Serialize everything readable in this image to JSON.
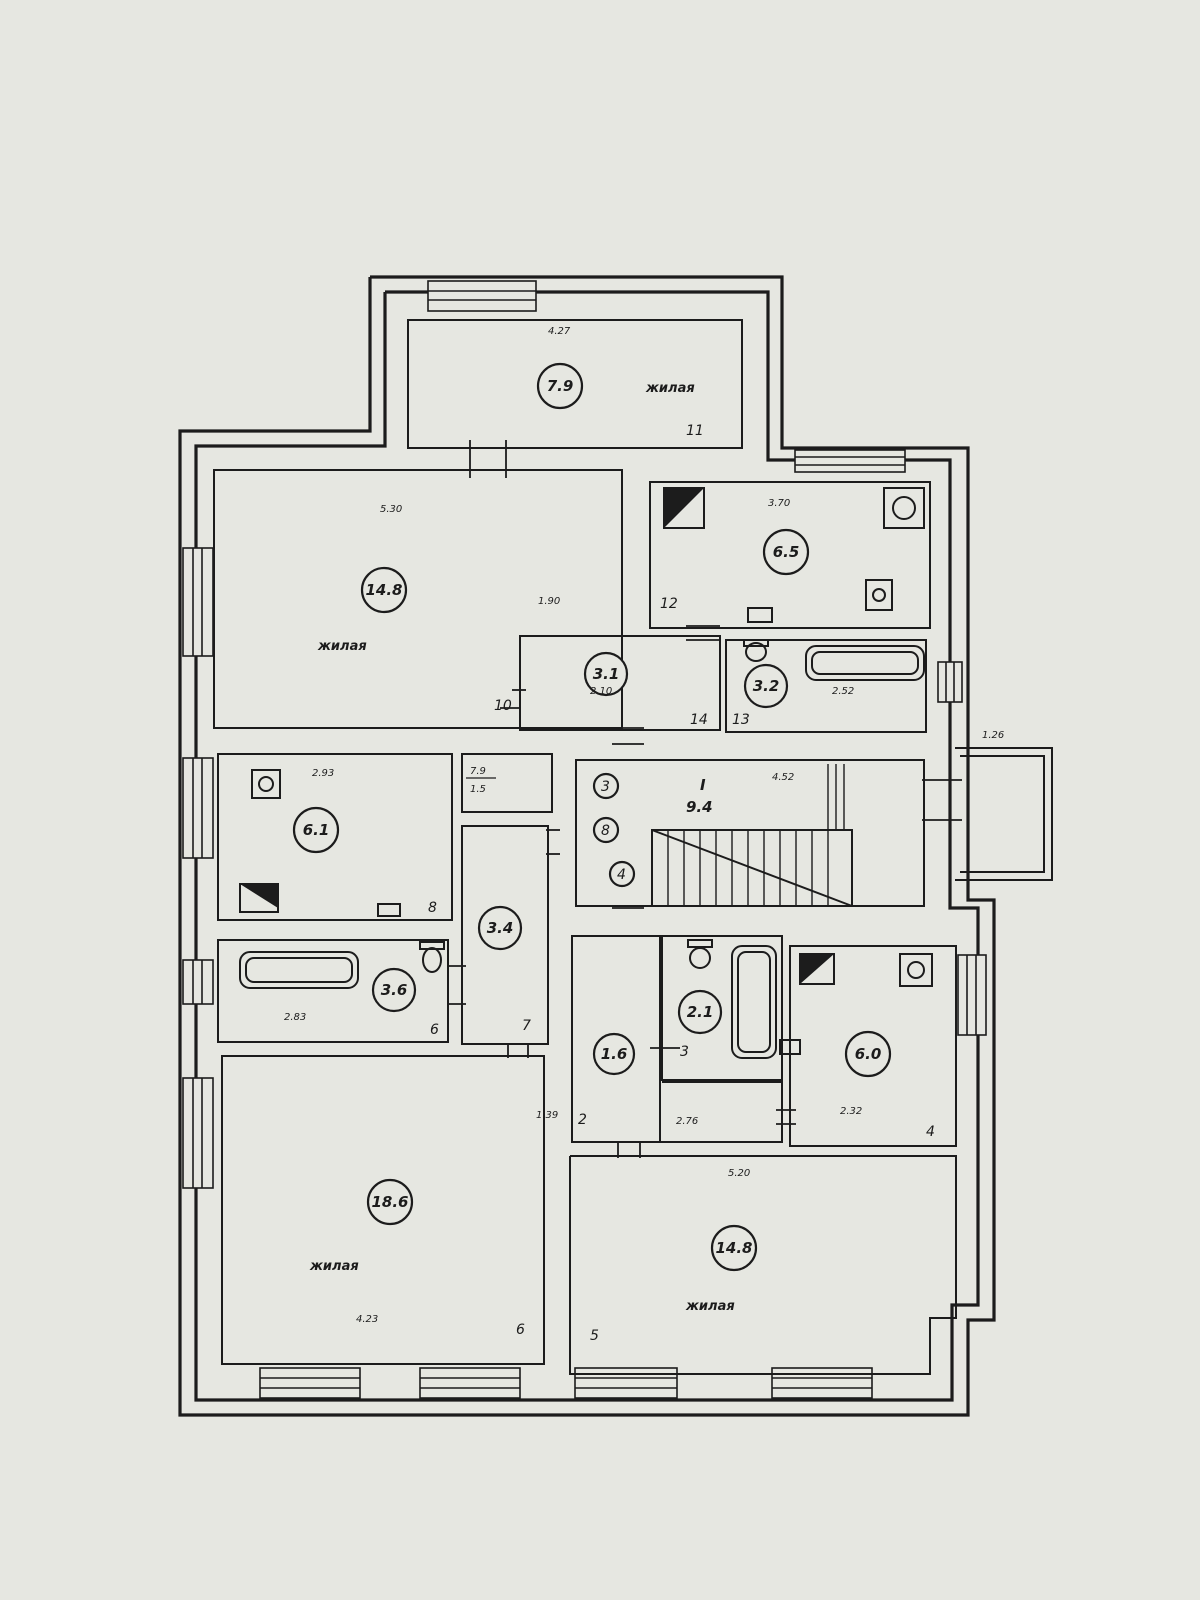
{
  "plan": {
    "rooms": [
      {
        "id": "room-1",
        "area": "7.9",
        "name": "жилая",
        "number": "11"
      },
      {
        "id": "room-2",
        "area": "14.8",
        "name": "жилая",
        "number": "10"
      },
      {
        "id": "room-3",
        "area": "6.5",
        "number": "12"
      },
      {
        "id": "room-4",
        "area": "3.1",
        "number": "14"
      },
      {
        "id": "room-5",
        "area": "3.2",
        "number": "13"
      },
      {
        "id": "room-6",
        "area": "6.1",
        "number": "8"
      },
      {
        "id": "room-7",
        "area": "3.4",
        "number": "7"
      },
      {
        "id": "room-8",
        "area": "3.6",
        "number": "6"
      },
      {
        "id": "room-9",
        "area": "18.6",
        "name": "жилая",
        "number": "6"
      },
      {
        "id": "room-10",
        "area": "14.8",
        "name": "жилая",
        "number": "5"
      },
      {
        "id": "room-11",
        "area": "2.1",
        "number": "3"
      },
      {
        "id": "room-12",
        "area": "6.0",
        "number": "4"
      },
      {
        "id": "room-13",
        "area": "1.6",
        "number": "2"
      }
    ],
    "stair": {
      "letter": "I",
      "area": "9.4"
    },
    "stair_circles": [
      "3",
      "8",
      "4"
    ],
    "closet": {
      "top": "7.9",
      "bottom": "1.5"
    },
    "dimensions": {
      "d427": "4.27",
      "d530": "5.30",
      "d370": "3.70",
      "d293": "2.93",
      "d252": "2.52",
      "d283": "2.83",
      "d452": "4.52",
      "d520": "5.20",
      "d423": "4.23",
      "d276": "2.76",
      "d232": "2.32",
      "d126": "1.26",
      "d210": "2.10",
      "d190": "1.90",
      "d139": "1.39"
    }
  }
}
